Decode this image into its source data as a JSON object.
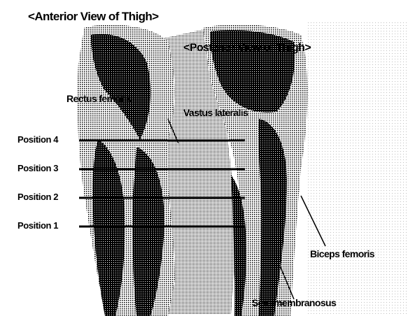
{
  "views": {
    "anterior_title": "<Anterior View of Thigh>",
    "posterior_title": "<Posterior View of Thigh>"
  },
  "muscles": {
    "rectus_femoris": "Rectus femoris",
    "vastus_lateralis": "Vastus lateralis",
    "biceps_femoris": "Biceps femoris",
    "semimembranosus": "Semimembranosus"
  },
  "positions": [
    "Position 4",
    "Position 3",
    "Position 2",
    "Position 1"
  ]
}
